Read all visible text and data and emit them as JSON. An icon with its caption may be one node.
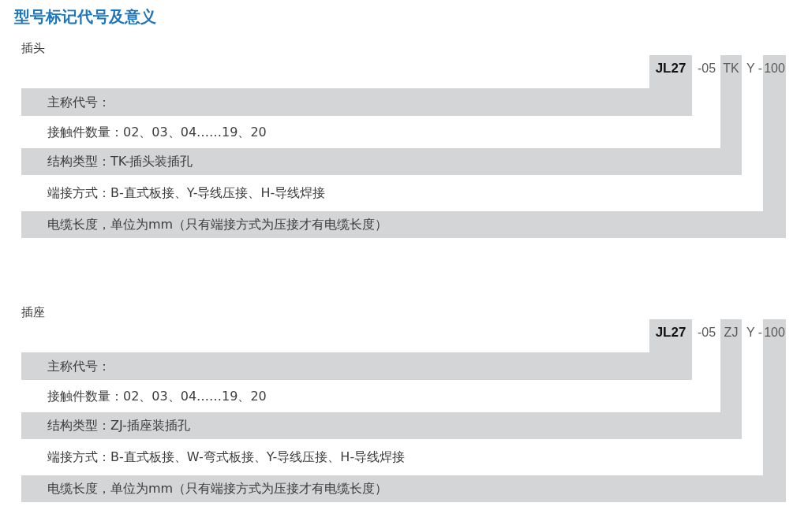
{
  "diagram": {
    "title": "型号标记代号及意义",
    "nodes": [
      {
        "text": [
          "JL27",
          "主称代号："
        ]
      },
      {
        "text": [
          "TK",
          "结构类型：TK-插头装插孔"
        ]
      },
      {
        "text": [
          "100",
          "电缆长度，单位为mm（只有端接方式为压接才有电缆长度）"
        ]
      },
      {
        "text": [
          "JL27",
          "主称代号："
        ]
      },
      {
        "text": [
          "ZJ",
          "结构类型：ZJ-插座装插孔"
        ]
      },
      {
        "text": [
          "100",
          "电缆长度，单位为mm（只有端接方式为压接才有电缆长度）"
        ]
      }
    ],
    "labels": [
      "插头",
      "-05",
      "Y -",
      "接触件数量：02、03、04……19、20",
      "端接方式：B-直式板接、Y-导线压接、H-导线焊接",
      "插座",
      "-05",
      "Y -",
      "接触件数量：02、03、04……19、20",
      "端接方式：B-直式板接、W-弯式板接、Y-导线压接、H-导线焊接"
    ]
  }
}
